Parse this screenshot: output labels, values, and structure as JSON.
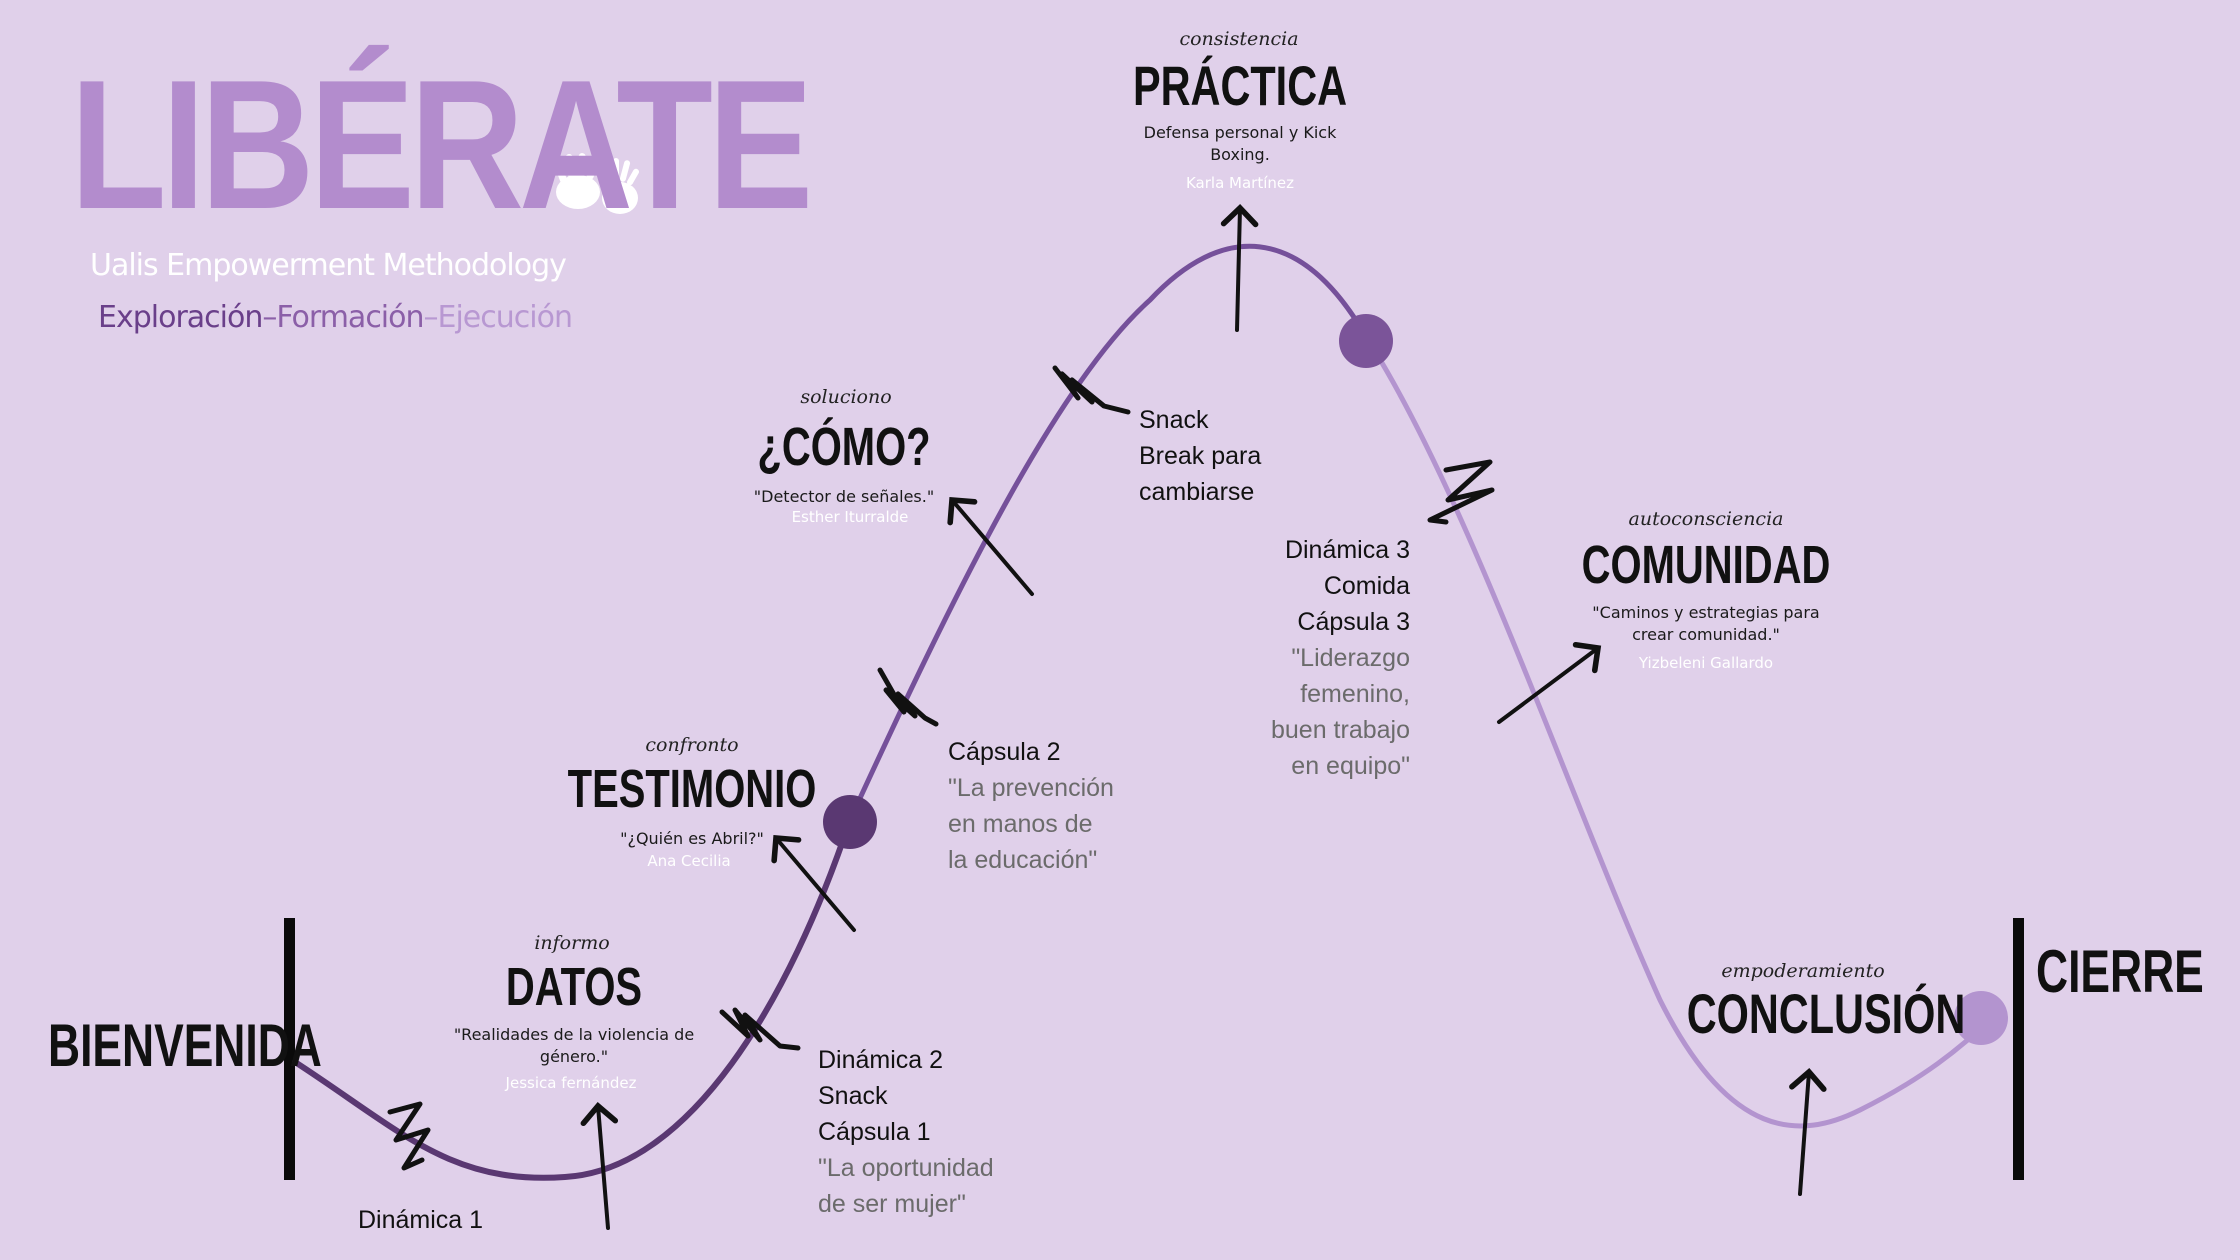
{
  "logo": {
    "title": "LIBÉRATE",
    "hands_icon": "hands-icon"
  },
  "tagline": "Ualis Empowerment Methodology",
  "phases": {
    "p1": "Exploración",
    "sep1": "–",
    "p2": "Formación",
    "sep2": "–",
    "p3": "Ejecución"
  },
  "colors": {
    "background": "#e0d0ea",
    "curve_dark": "#5a3872",
    "curve_mid": "#75509a",
    "curve_light": "#b394cf",
    "logo": "#b38ccd"
  },
  "stages": {
    "bienvenida": {
      "title": "BIENVENIDA"
    },
    "datos": {
      "subtitle": "informo",
      "title": "DATOS",
      "desc": "\"Realidades de la violencia de género.\"",
      "author": "Jessica fernández"
    },
    "testimonio": {
      "subtitle": "confronto",
      "title": "TESTIMONIO",
      "desc": "\"¿Quién es Abril?\"",
      "author": "Ana Cecilia"
    },
    "como": {
      "subtitle": "soluciono",
      "title": "¿CÓMO?",
      "desc": "\"Detector de señales.\"",
      "author": "Esther Iturralde"
    },
    "practica": {
      "subtitle": "consistencia",
      "title": "PRÁCTICA",
      "desc": "Defensa personal y Kick Boxing.",
      "author": "Karla Martínez"
    },
    "comunidad": {
      "subtitle": "autoconsciencia",
      "title": "COMUNIDAD",
      "desc": "\"Caminos y estrategias para crear comunidad.\"",
      "author": "Yizbeleni Gallardo"
    },
    "conclusion": {
      "subtitle": "empoderamiento",
      "title": "CONCLUSIÓN"
    },
    "cierre": {
      "title": "CIERRE"
    }
  },
  "breaks": {
    "b1": {
      "lines": [
        "Dinámica 1"
      ]
    },
    "b2": {
      "lines": [
        "Dinámica 2",
        "Snack",
        "Cápsula 1"
      ],
      "quote": [
        "\"La oportunidad",
        "de ser mujer\""
      ]
    },
    "b3": {
      "lines": [
        "Cápsula 2"
      ],
      "quote": [
        "\"La prevención",
        "en manos de",
        "la educación\""
      ]
    },
    "b4": {
      "lines": [
        "Snack",
        "Break para",
        "cambiarse"
      ]
    },
    "b5": {
      "lines": [
        "Dinámica 3",
        "Comida",
        "Cápsula 3"
      ],
      "quote": [
        "\"Liderazgo",
        "femenino,",
        "buen trabajo",
        "en equipo\""
      ]
    }
  }
}
